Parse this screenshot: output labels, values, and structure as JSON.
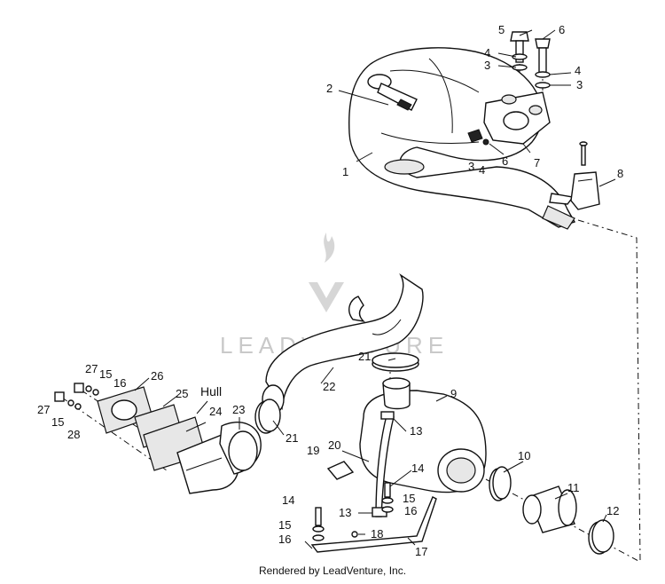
{
  "watermark": {
    "brand": "LEADVENTURE"
  },
  "hull_label": "Hull",
  "footer": {
    "text": "Rendered by LeadVenture, Inc."
  },
  "callouts": [
    "1",
    "2",
    "3",
    "3",
    "3",
    "4",
    "4",
    "4",
    "5",
    "6",
    "6",
    "7",
    "8",
    "9",
    "10",
    "11",
    "12",
    "13",
    "13",
    "14",
    "14",
    "15",
    "15",
    "15",
    "15",
    "16",
    "16",
    "16",
    "17",
    "18",
    "19",
    "20",
    "21",
    "21",
    "22",
    "23",
    "24",
    "25",
    "26",
    "27",
    "27",
    "28"
  ]
}
